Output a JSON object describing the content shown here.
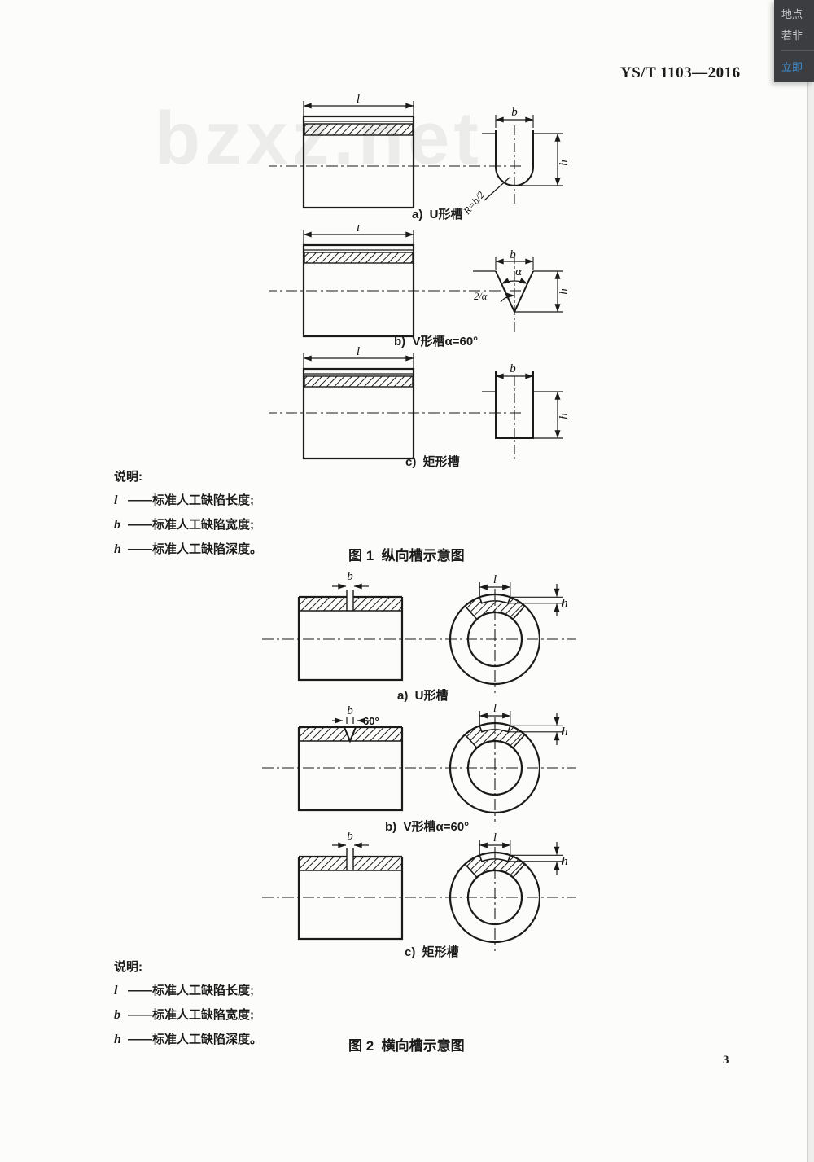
{
  "header": {
    "standard_number": "YS/T 1103—2016"
  },
  "overlay_panel": {
    "line1": "地点",
    "line2": "若非",
    "action_link": "立即"
  },
  "watermark": "bzxz.net",
  "figure1": {
    "caption": "图 1  纵向槽示意图",
    "subfigures": {
      "a": "a)  U形槽",
      "b": "b)  V形槽α=60°",
      "c": "c)  矩形槽"
    },
    "dim_labels": {
      "l": "l",
      "b": "b",
      "h": "h",
      "radius": "R=b/2",
      "alpha": "α",
      "alpha_half": "2/α"
    }
  },
  "legend1": {
    "title": "说明:",
    "items": [
      {
        "symbol": "l",
        "desc": "——标准人工缺陷长度;"
      },
      {
        "symbol": "b",
        "desc": "——标准人工缺陷宽度;"
      },
      {
        "symbol": "h",
        "desc": "——标准人工缺陷深度。"
      }
    ]
  },
  "figure2": {
    "caption": "图 2  横向槽示意图",
    "subfigures": {
      "a": "a)  U形槽",
      "b": "b)  V形槽α=60°",
      "c": "c)  矩形槽"
    },
    "dim_labels": {
      "l": "l",
      "b": "b",
      "h": "h",
      "angle": "60°"
    }
  },
  "legend2": {
    "title": "说明:",
    "items": [
      {
        "symbol": "l",
        "desc": "——标准人工缺陷长度;"
      },
      {
        "symbol": "b",
        "desc": "——标准人工缺陷宽度;"
      },
      {
        "symbol": "h",
        "desc": "——标准人工缺陷深度。"
      }
    ]
  },
  "page_number": "3"
}
